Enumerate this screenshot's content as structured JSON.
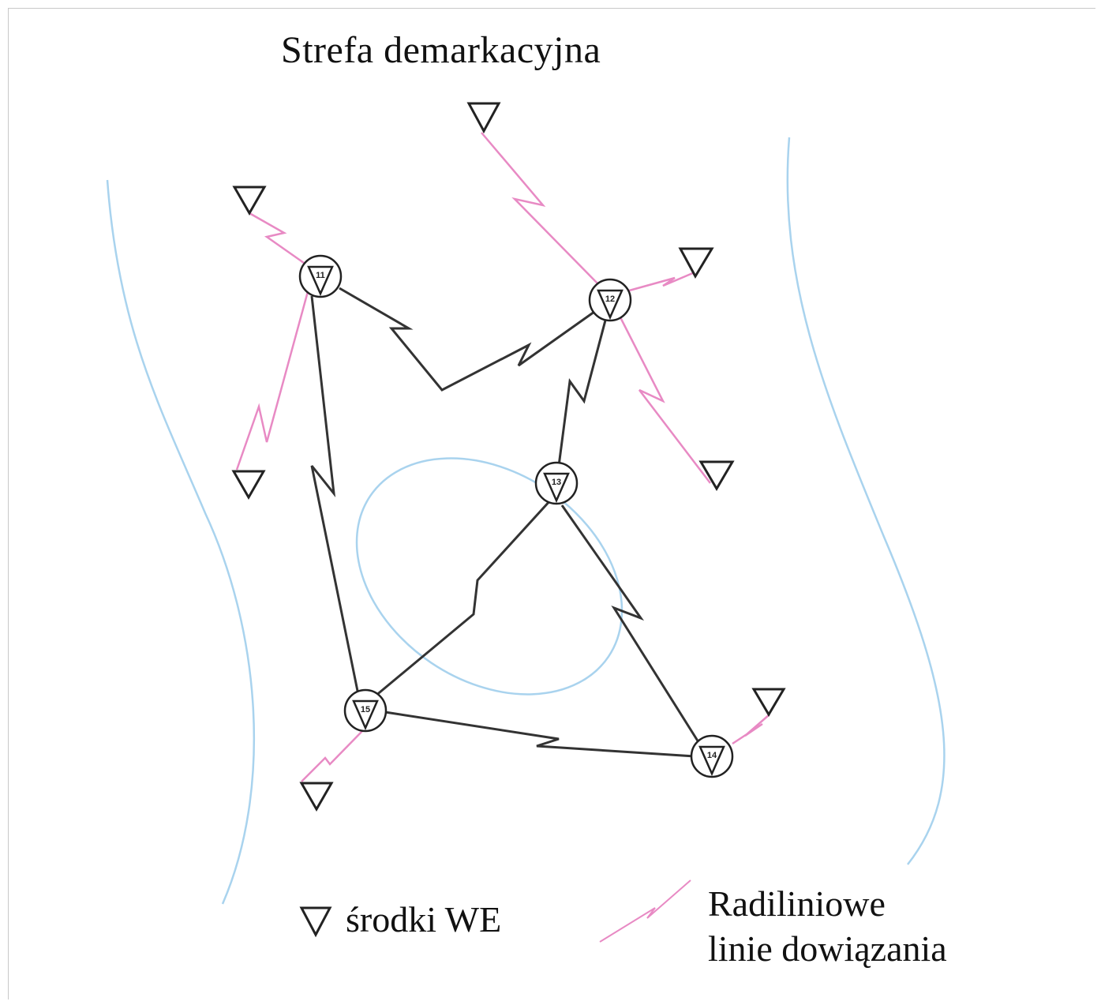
{
  "title": "Strefa demarkacyjna",
  "legend": {
    "terminal_label": "środki WE",
    "radio_label_line1": "Radiliniowe",
    "radio_label_line2": "linie dowiązania"
  },
  "nodes": [
    "11",
    "12",
    "13",
    "14",
    "15"
  ],
  "colors": {
    "trunk_line": "#333333",
    "access_line": "#e88ac4",
    "boundary": "#a9d3ee",
    "symbol": "#222222"
  }
}
